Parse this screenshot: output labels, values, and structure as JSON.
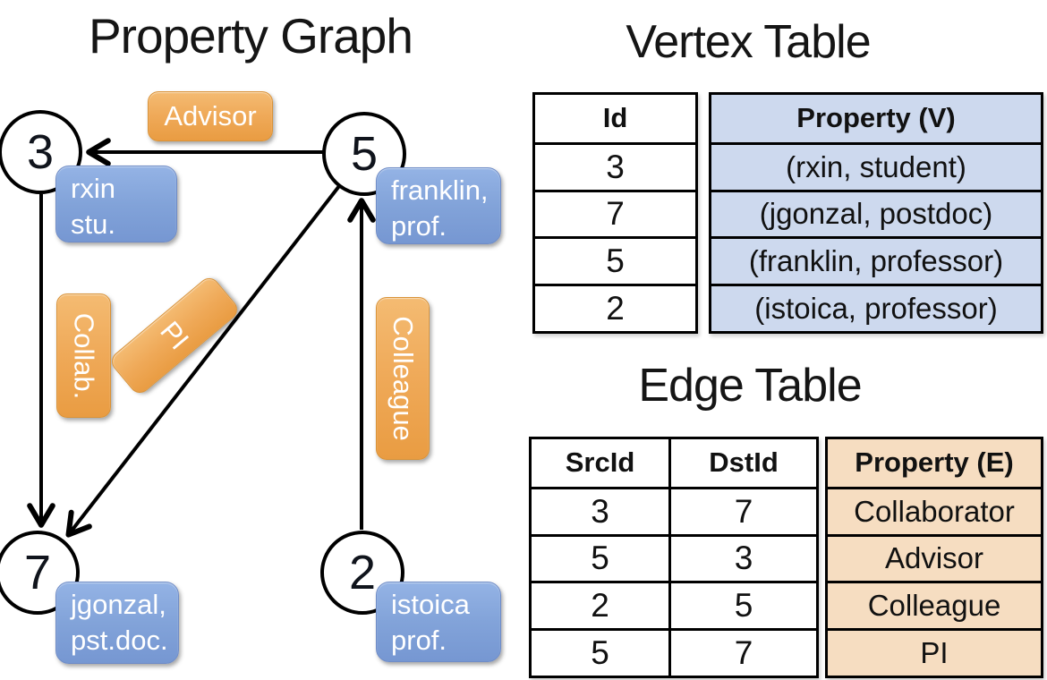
{
  "graph": {
    "title": "Property Graph",
    "nodes": [
      {
        "id": "3",
        "label_lines": [
          "rxin",
          "stu."
        ]
      },
      {
        "id": "5",
        "label_lines": [
          "franklin,",
          "prof."
        ]
      },
      {
        "id": "7",
        "label_lines": [
          "jgonzal,",
          "pst.doc."
        ]
      },
      {
        "id": "2",
        "label_lines": [
          "istoica",
          "prof."
        ]
      }
    ],
    "edge_labels": {
      "advisor": "Advisor",
      "collab": "Collab.",
      "pi": "PI",
      "colleague": "Colleague"
    }
  },
  "vertex_table": {
    "title": "Vertex Table",
    "columns": [
      "Id",
      "Property (V)"
    ],
    "rows": [
      [
        "3",
        "(rxin, student)"
      ],
      [
        "7",
        "(jgonzal, postdoc)"
      ],
      [
        "5",
        "(franklin, professor)"
      ],
      [
        "2",
        "(istoica, professor)"
      ]
    ]
  },
  "edge_table": {
    "title": "Edge Table",
    "columns": [
      "SrcId",
      "DstId",
      "Property (E)"
    ],
    "rows": [
      [
        "3",
        "7",
        "Collaborator"
      ],
      [
        "5",
        "3",
        "Advisor"
      ],
      [
        "2",
        "5",
        "Colleague"
      ],
      [
        "5",
        "7",
        "PI"
      ]
    ]
  },
  "colors": {
    "vertex_box_top": "#94b3e5",
    "vertex_box_bottom": "#7697d2",
    "edge_box_top": "#f4bb72",
    "edge_box_bottom": "#e99c42",
    "vertex_table_fill": "#cdd9ee",
    "edge_table_fill": "#f6ddc1",
    "line": "#000000"
  }
}
